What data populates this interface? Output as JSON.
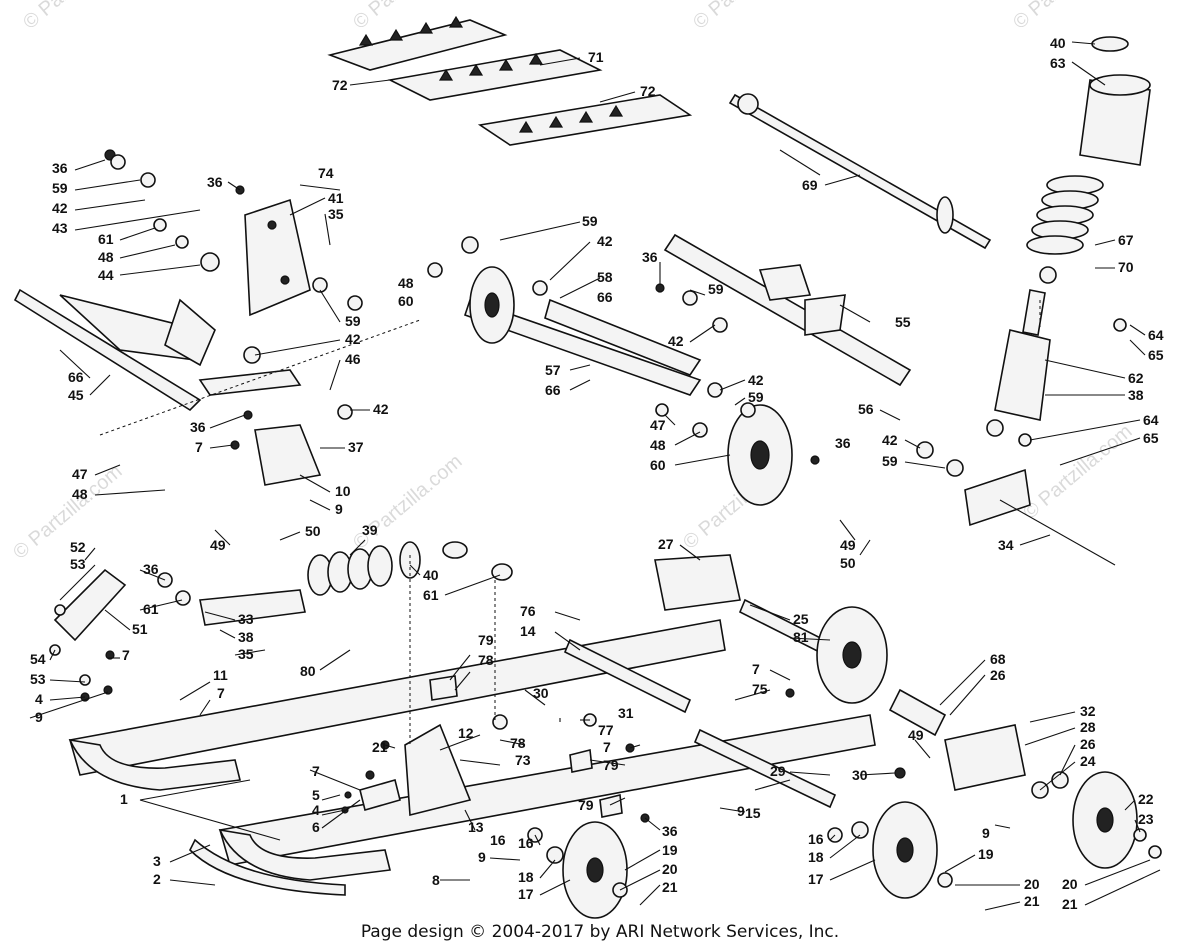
{
  "footer": "Page design © 2004-2017 by ARI Network Services, Inc.",
  "watermark": "© Partzilla.com",
  "callouts": [
    "1",
    "2",
    "3",
    "4",
    "5",
    "6",
    "7",
    "8",
    "9",
    "10",
    "11",
    "12",
    "13",
    "14",
    "15",
    "16",
    "17",
    "18",
    "19",
    "20",
    "21",
    "22",
    "23",
    "24",
    "25",
    "26",
    "27",
    "28",
    "29",
    "30",
    "31",
    "32",
    "33",
    "34",
    "35",
    "36",
    "37",
    "38",
    "39",
    "40",
    "41",
    "42",
    "43",
    "44",
    "45",
    "46",
    "47",
    "48",
    "49",
    "50",
    "51",
    "52",
    "53",
    "54",
    "55",
    "56",
    "57",
    "58",
    "59",
    "60",
    "61",
    "62",
    "63",
    "64",
    "65",
    "66",
    "67",
    "68",
    "69",
    "70",
    "71",
    "72",
    "73",
    "74",
    "75",
    "76",
    "77",
    "78",
    "79",
    "80",
    "81"
  ]
}
